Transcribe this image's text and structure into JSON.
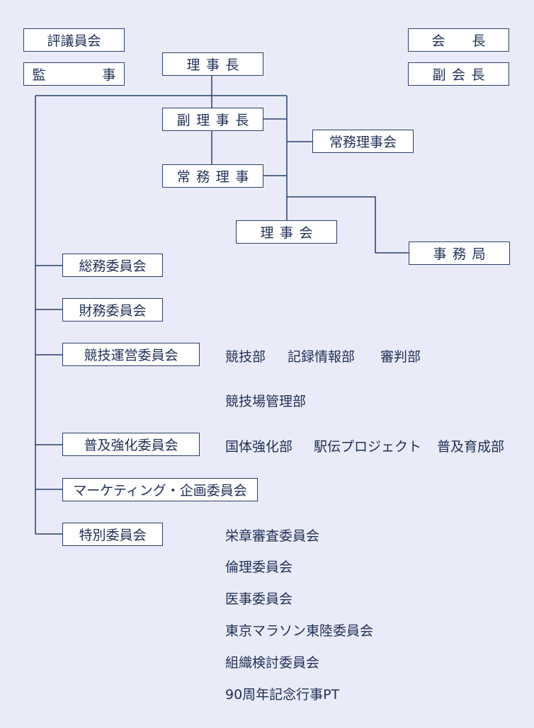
{
  "top_left": {
    "council": "評議員会",
    "auditor": "監　事"
  },
  "top_right": {
    "president": "会　長",
    "vice_president": "副会長"
  },
  "leadership": {
    "chairman": "理事長",
    "vice_chairman": "副理事長",
    "executive_director": "常務理事",
    "executive_board": "常務理事会",
    "board": "理事会",
    "secretariat": "事務局"
  },
  "committees": {
    "general_affairs": "総務委員会",
    "finance": "財務委員会",
    "competition": {
      "label": "競技運営委員会",
      "depts_row1": [
        "競技部",
        "記録情報部",
        "審判部"
      ],
      "depts_row2": [
        "競技場管理部"
      ]
    },
    "promotion": {
      "label": "普及強化委員会",
      "depts": [
        "国体強化部",
        "駅伝プロジェクト",
        "普及育成部"
      ]
    },
    "marketing": "マーケティング・企画委員会",
    "special": {
      "label": "特別委員会",
      "subs": [
        "栄章審査委員会",
        "倫理委員会",
        "医事委員会",
        "東京マラソン東陸委員会",
        "組織検討委員会",
        "90周年記念行事PT"
      ]
    }
  }
}
